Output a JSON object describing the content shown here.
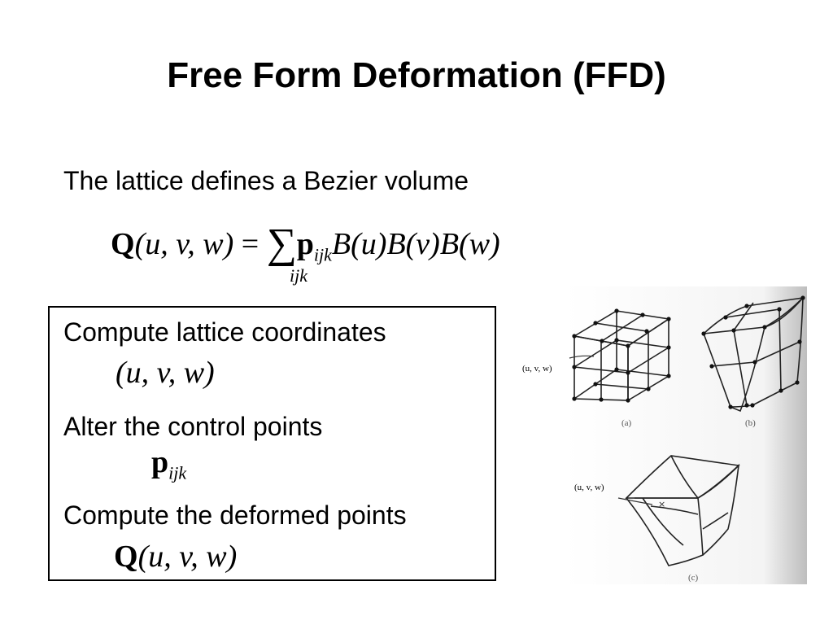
{
  "slide": {
    "title": "Free Form Deformation (FFD)",
    "subtitle": "The lattice defines a Bezier volume",
    "equation": {
      "lhs_symbol": "Q",
      "lhs_args": "(u, v, w)",
      "equals": "=",
      "sigma": "∑",
      "sum_index": "ijk",
      "p_symbol": "p",
      "p_subscript": "ijk",
      "rhs_basis": "B(u)B(v)B(w)"
    },
    "steps": [
      {
        "label": "Compute lattice coordinates",
        "math": "(u, v, w)"
      },
      {
        "label": "Alter the control points",
        "math_symbol": "p",
        "math_subscript": "ijk"
      },
      {
        "label": "Compute the deformed points",
        "math_symbol": "Q",
        "math_args": "(u, v, w)"
      }
    ],
    "figure": {
      "label_a": "(u, v, w)",
      "label_c": "(u, v, w)",
      "caption_a": "(a)",
      "caption_b": "(b)",
      "caption_c": "(c)"
    }
  }
}
